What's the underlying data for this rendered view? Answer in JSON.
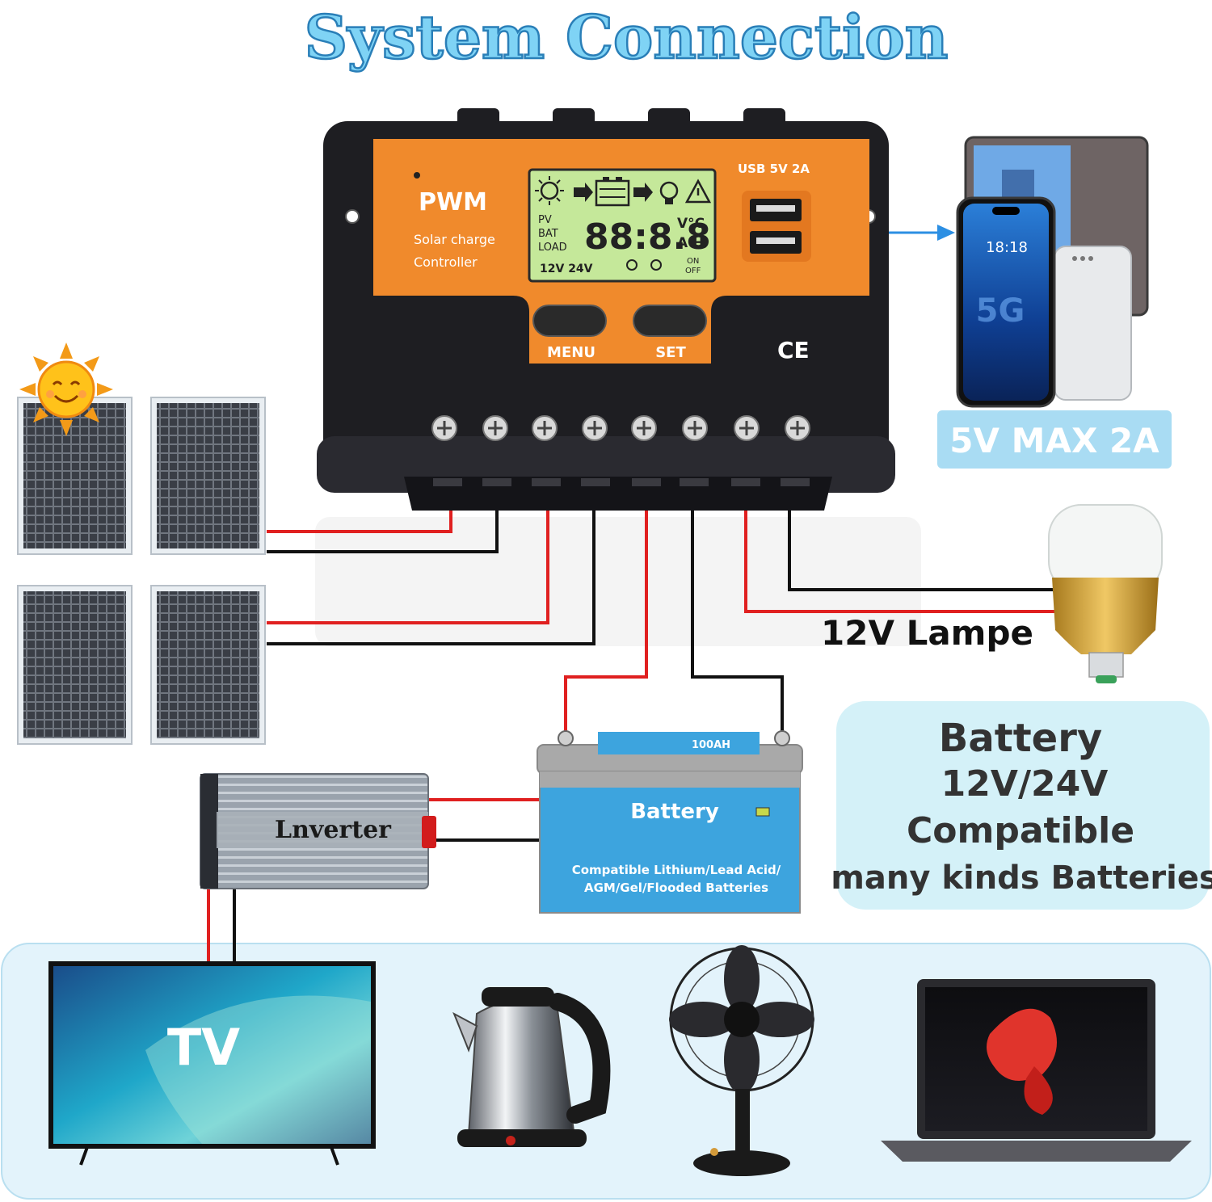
{
  "title": "System Connection",
  "controller": {
    "brand": "PWM",
    "line1": "Solar charge",
    "line2": "Controller",
    "usb_label": "USB  5V  2A",
    "lcd": {
      "rows": [
        "PV",
        "BAT",
        "LOAD"
      ],
      "digits": "88:8.8",
      "units_top": "V°C",
      "units_bottom": "A H",
      "voltages": "12V 24V",
      "on": "ON",
      "off": "OFF"
    },
    "menu_label": "MENU",
    "set_label": "SET",
    "ce_mark": "CE"
  },
  "usb_output": {
    "label": "5V MAX 2A"
  },
  "lamp": {
    "label": "12V Lampe"
  },
  "battery": {
    "label": "Battery",
    "top_label": "100AH",
    "compat_line1": "Compatible Lithium/Lead Acid/",
    "compat_line2": "AGM/Gel/Flooded Batteries"
  },
  "battery_info": {
    "line1": "Battery",
    "line2": "12V/24V",
    "line3": "Compatible",
    "line4": "many kinds Batteries"
  },
  "inverter": {
    "label": "Lnverter"
  },
  "appliances": {
    "tv_label": "TV"
  },
  "colors": {
    "title": "#7fd3f5",
    "title_stroke": "#2a7fb8",
    "controller_orange": "#f08a2c",
    "controller_black": "#1e1e22",
    "wire_red": "#e02020",
    "wire_black": "#111111",
    "label_blue_bg": "#a9dcf3",
    "info_bg": "#d4f1f8",
    "appliance_bg": "#e3f3fb",
    "battery_blue": "#3da4de"
  }
}
